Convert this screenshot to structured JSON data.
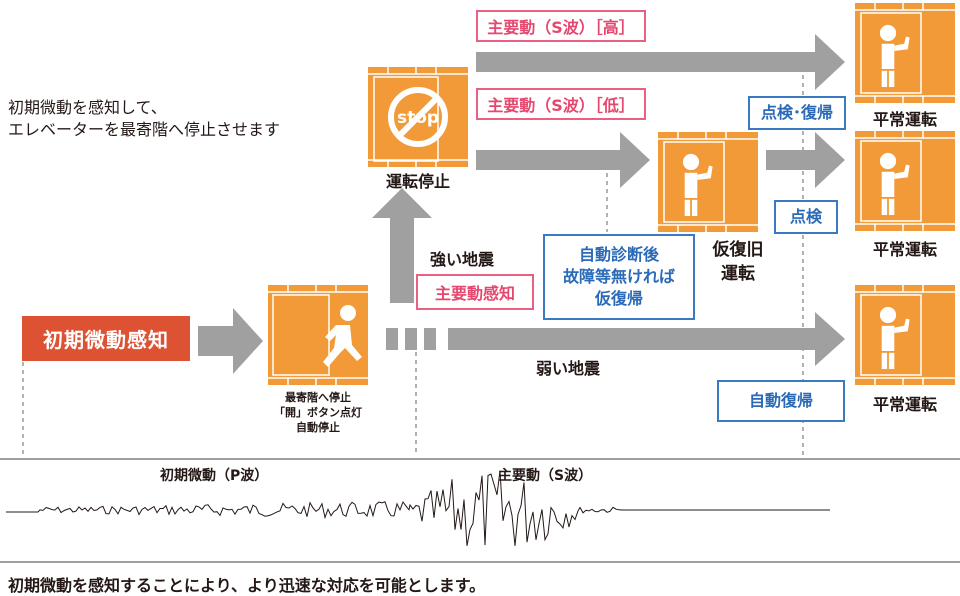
{
  "intro": {
    "line1": "初期微動を感知して、",
    "line2": "エレベーターを最寄階へ停止させます"
  },
  "start_box": {
    "label": "初期微動感知"
  },
  "nearest_floor": {
    "line1": "最寄階へ停止",
    "line2": "「開」ボタン点灯",
    "line3": "自動停止"
  },
  "stop_elevator": {
    "icon_text": "stop",
    "label": "運転停止"
  },
  "strong_quake": {
    "label": "強い地震",
    "tag": "主要動感知"
  },
  "weak_quake": {
    "label": "弱い地震"
  },
  "s_wave_high": {
    "label": "主要動（S波）［高］"
  },
  "s_wave_low": {
    "label": "主要動（S波）［低］"
  },
  "auto_diag": {
    "line1": "自動診断後",
    "line2": "故障等無ければ",
    "line3": "仮復帰"
  },
  "temp_recovery": {
    "line1": "仮復旧",
    "line2": "運転"
  },
  "inspect_restore": {
    "label": "点検･復帰"
  },
  "inspect": {
    "label": "点検"
  },
  "auto_restore": {
    "label": "自動復帰"
  },
  "normal_op": {
    "top": "平常運転",
    "middle": "平常運転",
    "bottom": "平常運転"
  },
  "waveform": {
    "p_wave": "初期微動（P波）",
    "s_wave": "主要動（S波）"
  },
  "footer": {
    "text": "初期微動を感知することにより、より迅速な対応を可能とします。"
  },
  "colors": {
    "orange": "#f29a38",
    "red": "#dc5233",
    "pink": "#e86180",
    "blue": "#3a7ac2",
    "arrow": "#a0a0a0"
  }
}
